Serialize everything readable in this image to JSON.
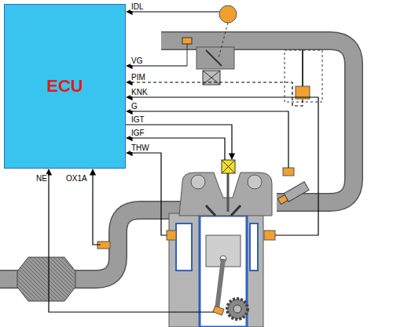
{
  "diagram": {
    "nodes": [
      {
        "text": [
          "ECU"
        ]
      }
    ],
    "labels": [
      "IDL",
      "VG",
      "PIM",
      "KNK",
      "G",
      "IGT",
      "IGF",
      "THW",
      "NE",
      "OX1A"
    ]
  }
}
